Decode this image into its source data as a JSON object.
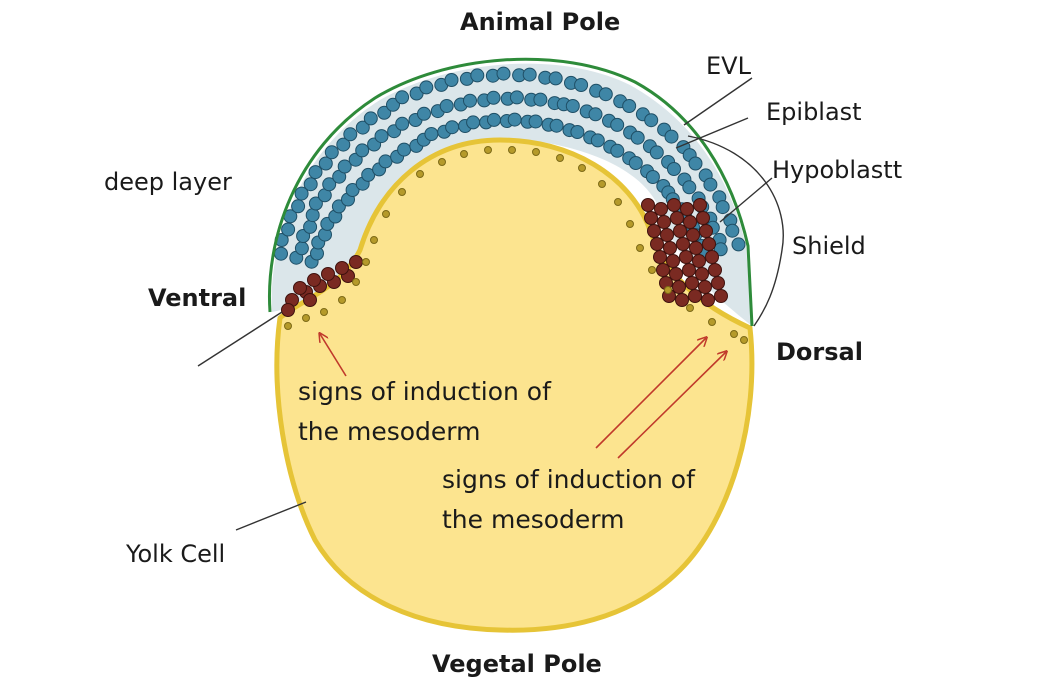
{
  "labels": {
    "animal_pole": "Animal Pole",
    "vegetal_pole": "Vegetal Pole",
    "ventral": "Ventral",
    "dorsal": "Dorsal",
    "evl": "EVL",
    "epiblast": "Epiblast",
    "hypoblast": "Hypoblastt",
    "shield": "Shield",
    "deep_layer": "deep layer",
    "yolk_cell": "Yolk Cell",
    "induction_left_line1": "signs of induction of",
    "induction_left_line2": "the mesoderm",
    "induction_right_line1": "signs of induction of",
    "induction_right_line2": "the mesoderm"
  },
  "colors": {
    "yolk_fill": "#fce48f",
    "yolk_outline": "#e6c437",
    "evl_outline": "#2e8b3a",
    "blue_cell": "#3f86a6",
    "blue_cell_dark": "#1f4f66",
    "red_cell": "#7a2a22",
    "red_cell_dark": "#3f120e",
    "marginal_cell": "#b59a2a",
    "arrow_red": "#c0392b",
    "leader_line": "#333333"
  }
}
